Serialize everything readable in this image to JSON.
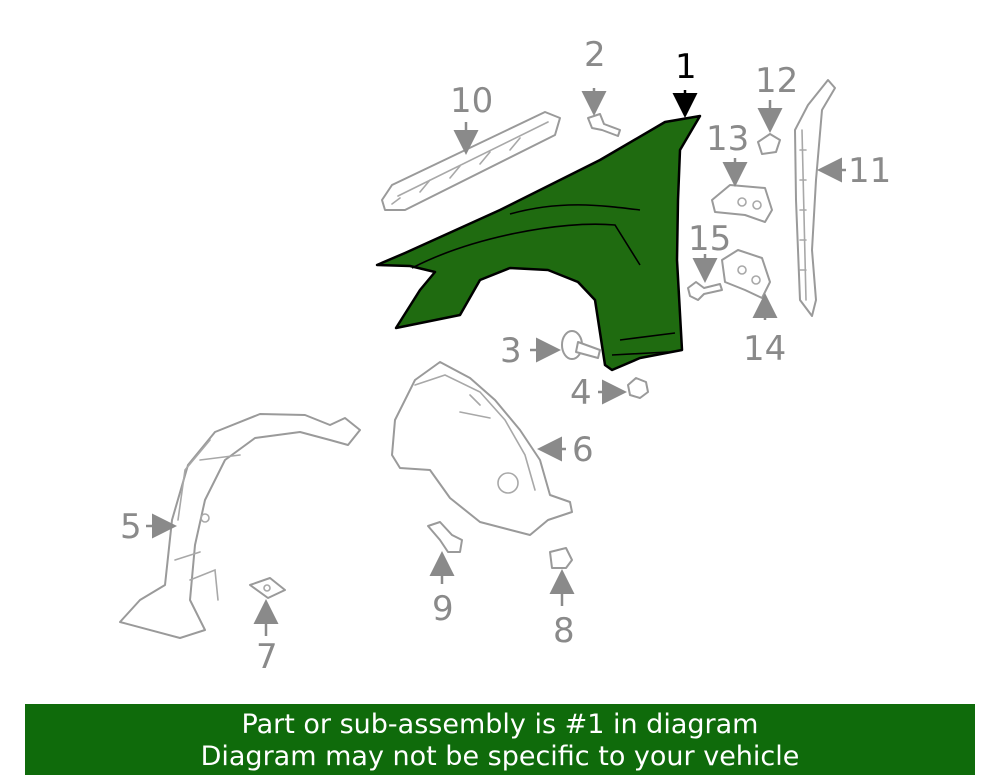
{
  "diagram": {
    "highlight_color": "#1f6b10",
    "callouts": {
      "c1": "1",
      "c2": "2",
      "c3": "3",
      "c4": "4",
      "c5": "5",
      "c6": "6",
      "c7": "7",
      "c8": "8",
      "c9": "9",
      "c10": "10",
      "c11": "11",
      "c12": "12",
      "c13": "13",
      "c14": "14",
      "c15": "15"
    }
  },
  "banner": {
    "line1": "Part or sub-assembly is #1 in diagram",
    "line2": "Diagram may not be specific to your vehicle",
    "background": "#0f6b0b"
  }
}
